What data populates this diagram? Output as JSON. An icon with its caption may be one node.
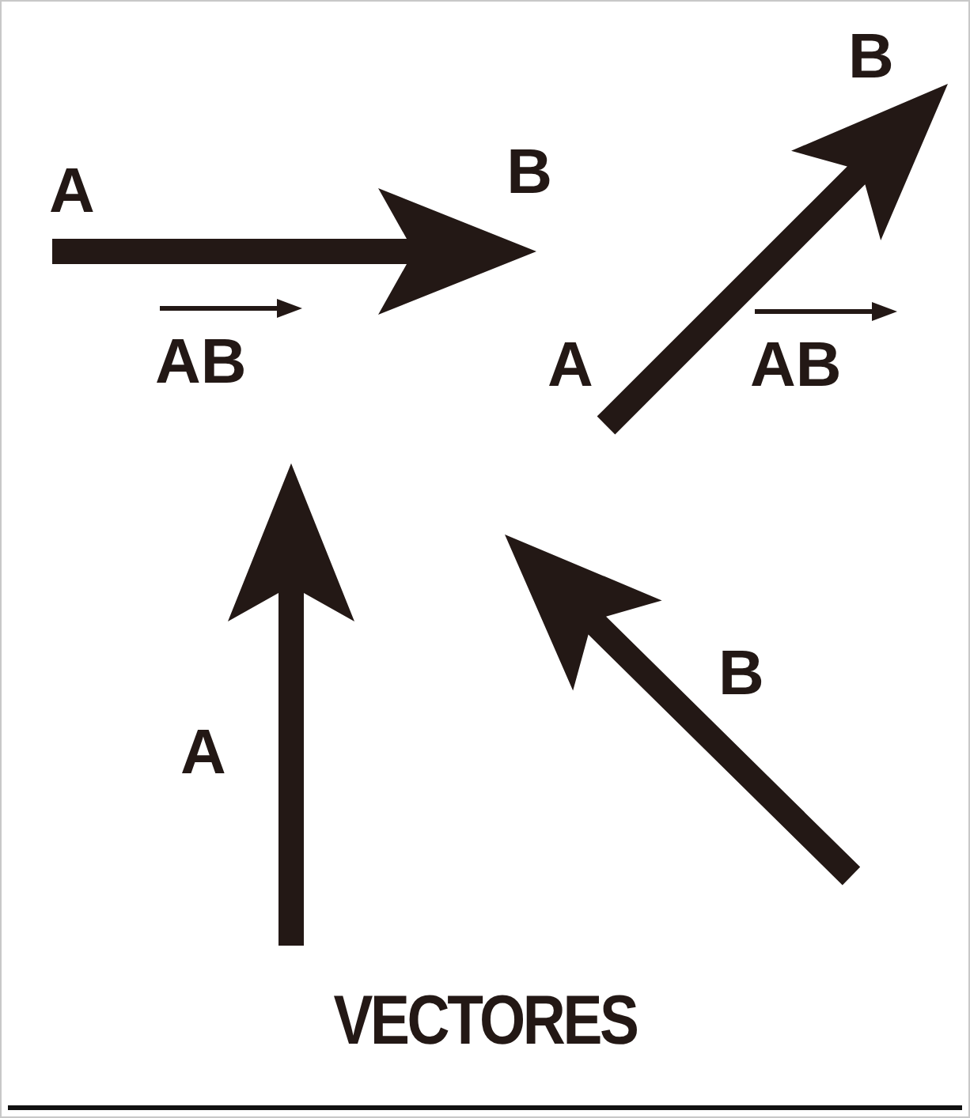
{
  "diagram": {
    "caption": "VECTORES",
    "nodes": [
      {
        "text": [
          "A"
        ]
      },
      {
        "text": [
          "B"
        ]
      },
      {
        "text": [
          "A"
        ]
      },
      {
        "text": [
          "B"
        ]
      }
    ],
    "edges": [
      {
        "from": 0,
        "to": 1,
        "arrow": "to",
        "style": "thick",
        "label": "AB"
      },
      {
        "from": 2,
        "to": 3,
        "arrow": "to",
        "style": "thick",
        "label": "AB"
      }
    ],
    "labels": [
      "A",
      "B"
    ]
  }
}
